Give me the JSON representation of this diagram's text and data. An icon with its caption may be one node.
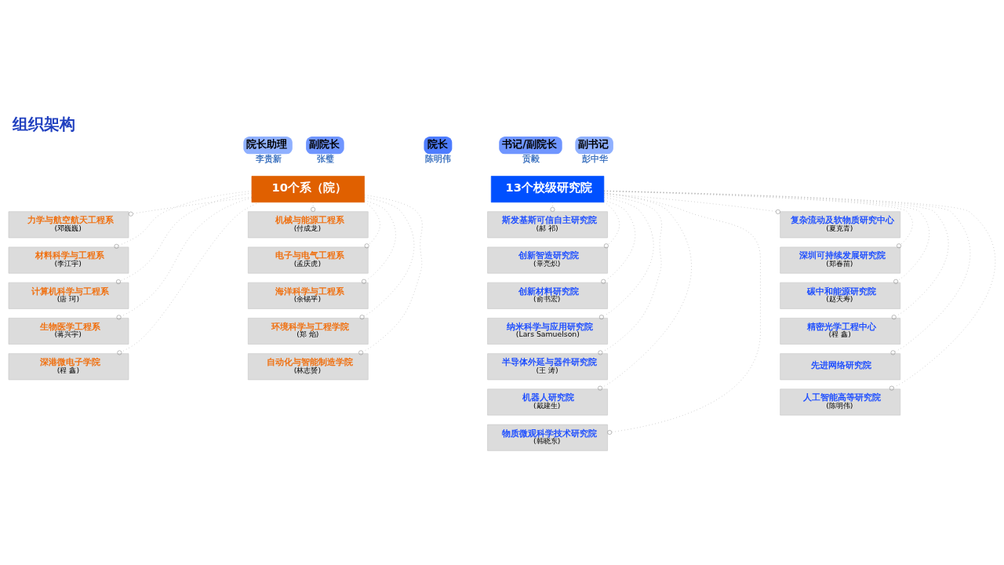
{
  "diagram": {
    "title": "组织架构",
    "nodes": [
      {
        "text": [
          "院长助理",
          "李贵新"
        ]
      },
      {
        "text": [
          "副院长",
          "张璧"
        ]
      },
      {
        "text": [
          "院长",
          "陈明伟"
        ]
      },
      {
        "text": [
          "书记/副院长",
          "贡毅"
        ]
      },
      {
        "text": [
          "副书记",
          "彭中华"
        ]
      },
      {
        "text": [
          "10个系（院）"
        ]
      },
      {
        "text": [
          "13个校级研究院"
        ]
      },
      {
        "text": [
          "力学与航空航天工程系",
          "(邓巍巍)"
        ]
      },
      {
        "text": [
          "材料科学与工程系",
          "(李江宇)"
        ]
      },
      {
        "text": [
          "计算机科学与工程系",
          "(唐 珂)"
        ]
      },
      {
        "text": [
          "生物医学工程系",
          "(蒋兴宇)"
        ]
      },
      {
        "text": [
          "深港微电子学院",
          "(程 鑫)"
        ]
      },
      {
        "text": [
          "机械与能源工程系",
          "(付成龙)"
        ]
      },
      {
        "text": [
          "电子与电气工程系",
          "(孟庆虎)"
        ]
      },
      {
        "text": [
          "海洋科学与工程系",
          "(余锡平)"
        ]
      },
      {
        "text": [
          "环境科学与工程学院",
          "(郑 焰)"
        ]
      },
      {
        "text": [
          "自动化与智能制造学院",
          "(林志赟)"
        ]
      },
      {
        "text": [
          "斯发基斯可信自主研究院",
          "(郝 祁)"
        ]
      },
      {
        "text": [
          "创新智造研究院",
          "(章亮炽)"
        ]
      },
      {
        "text": [
          "创新材料研究院",
          "(俞书宏)"
        ]
      },
      {
        "text": [
          "纳米科学与应用研究院",
          "(Lars Samuelson)"
        ]
      },
      {
        "text": [
          "半导体外延与器件研究院",
          "(王 涛)"
        ]
      },
      {
        "text": [
          "机器人研究院",
          "(戴建生)"
        ]
      },
      {
        "text": [
          "物质微观科学技术研究院",
          "(韩晓东)"
        ]
      },
      {
        "text": [
          "复杂流动及软物质研究中心",
          "(夏克青)"
        ]
      },
      {
        "text": [
          "深圳可持续发展研究院",
          "(郑春苗)"
        ]
      },
      {
        "text": [
          "碳中和能源研究院",
          "(赵天寿)"
        ]
      },
      {
        "text": [
          "精密光学工程中心",
          "(程 鑫)"
        ]
      },
      {
        "text": [
          "先进网络研究院"
        ]
      },
      {
        "text": [
          "人工智能高等研究院",
          "(陈明伟)"
        ]
      }
    ],
    "edges": [
      {
        "from": 5,
        "to": 7,
        "arrow": "other",
        "style": "dashed"
      },
      {
        "from": 5,
        "to": 8,
        "arrow": "other",
        "style": "dashed"
      },
      {
        "from": 5,
        "to": 9,
        "arrow": "other",
        "style": "dashed"
      },
      {
        "from": 5,
        "to": 10,
        "arrow": "other",
        "style": "dashed"
      },
      {
        "from": 5,
        "to": 11,
        "arrow": "other",
        "style": "dashed"
      },
      {
        "from": 5,
        "to": 12,
        "arrow": "other",
        "style": "dashed"
      },
      {
        "from": 5,
        "to": 13,
        "arrow": "other",
        "style": "dashed"
      },
      {
        "from": 5,
        "to": 14,
        "arrow": "other",
        "style": "dashed"
      },
      {
        "from": 5,
        "to": 15,
        "arrow": "other",
        "style": "dashed"
      },
      {
        "from": 5,
        "to": 16,
        "arrow": "other",
        "style": "dashed"
      },
      {
        "from": 6,
        "to": 17,
        "arrow": "other",
        "style": "dashed"
      },
      {
        "from": 6,
        "to": 18,
        "arrow": "other",
        "style": "dashed"
      },
      {
        "from": 6,
        "to": 19,
        "arrow": "other",
        "style": "dashed"
      },
      {
        "from": 6,
        "to": 20,
        "arrow": "other",
        "style": "dashed"
      },
      {
        "from": 6,
        "to": 21,
        "arrow": "other",
        "style": "dashed"
      },
      {
        "from": 6,
        "to": 22,
        "arrow": "other",
        "style": "dashed"
      },
      {
        "from": 6,
        "to": 23,
        "arrow": "other",
        "style": "dashed"
      },
      {
        "from": 6,
        "to": 24,
        "arrow": "other",
        "style": "dashed"
      },
      {
        "from": 6,
        "to": 25,
        "arrow": "other",
        "style": "dashed"
      },
      {
        "from": 6,
        "to": 26,
        "arrow": "other",
        "style": "dashed"
      },
      {
        "from": 6,
        "to": 27,
        "arrow": "other",
        "style": "dashed"
      },
      {
        "from": 6,
        "to": 28,
        "arrow": "other",
        "style": "dashed"
      },
      {
        "from": 6,
        "to": 29,
        "arrow": "other",
        "style": "dashed"
      }
    ]
  }
}
